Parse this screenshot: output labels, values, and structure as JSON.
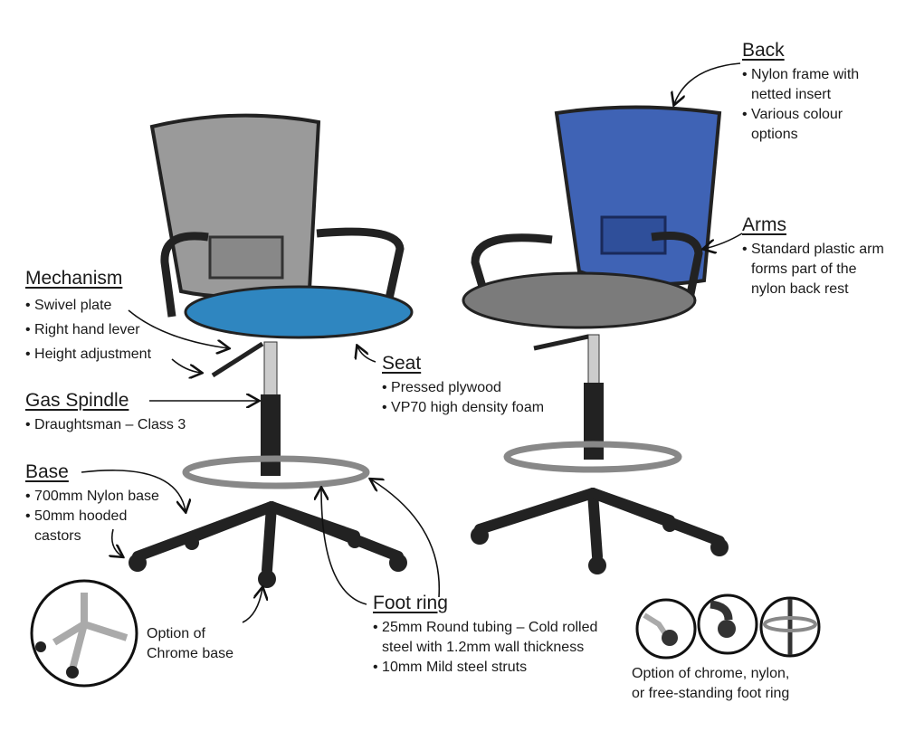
{
  "title": "Draughtsman chair specification diagram",
  "sections": {
    "back": {
      "heading": "Back",
      "bullets": [
        "Nylon frame with",
        "netted insert",
        "Various colour",
        "options"
      ]
    },
    "arms": {
      "heading": "Arms",
      "bullets": [
        "Standard plastic arm",
        "forms part of the",
        "nylon back rest"
      ]
    },
    "mechanism": {
      "heading": "Mechanism",
      "bullets": [
        "Swivel plate",
        "Right hand lever",
        "Height adjustment"
      ]
    },
    "seat": {
      "heading": "Seat",
      "bullets": [
        "Pressed plywood",
        "VP70 high density foam"
      ]
    },
    "gas_spindle": {
      "heading": "Gas Spindle",
      "bullets": [
        "Draughtsman – Class 3"
      ]
    },
    "base": {
      "heading": "Base",
      "bullets": [
        "700mm Nylon base",
        "50mm hooded",
        "castors"
      ]
    },
    "foot_ring": {
      "heading": "Foot ring",
      "bullets": [
        "25mm Round tubing – Cold rolled",
        "steel with 1.2mm wall thickness",
        "10mm Mild steel struts"
      ]
    },
    "chrome_base": {
      "lines": [
        "Option of",
        "Chrome base"
      ]
    },
    "ring_options": {
      "lines": [
        "Option of chrome, nylon,",
        "or free-standing foot ring"
      ]
    }
  },
  "colors": {
    "left_seat": "#2f86c0",
    "right_back": "#3f63b5",
    "left_back": "#9a9a9a",
    "right_seat": "#7b7b7b",
    "frame": "#222222"
  }
}
